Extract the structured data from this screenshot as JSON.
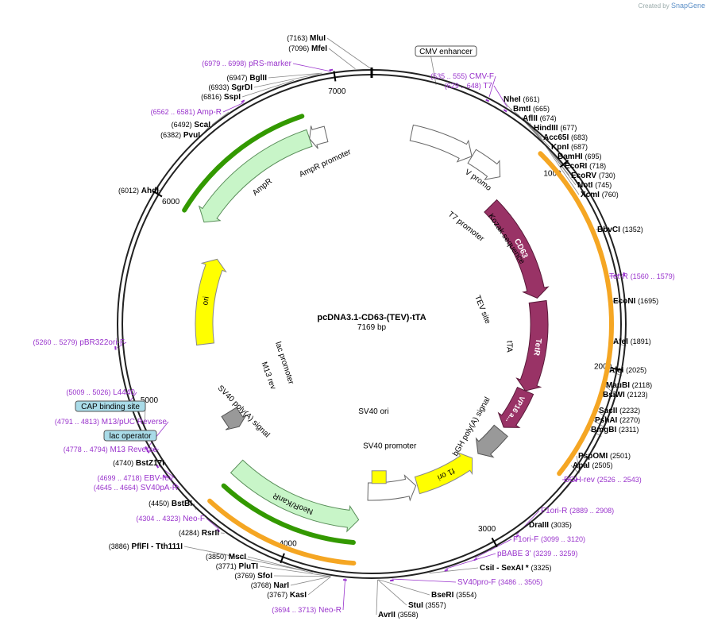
{
  "credit": {
    "prefix": "Created by",
    "brand": "SnapGene"
  },
  "plasmid": {
    "name": "pcDNA3.1-CD63-(TEV)-tTA",
    "size": 7169,
    "size_label": "7169 bp"
  },
  "ruler": [
    "1000",
    "2000",
    "3000",
    "4000",
    "5000",
    "6000",
    "7000"
  ],
  "colors": {
    "primer": "#9933cc",
    "ampr": "#c8f5c8",
    "neo": "#c8f5c8",
    "ori": "#ffff00",
    "cd63": "#993366",
    "tetr": "#993366",
    "promoter": "#ffffff",
    "polyA": "#999999",
    "orange_ring": "#f5a623",
    "green_ring": "#339900"
  },
  "features": [
    {
      "id": "cmv-enh",
      "label": "CMV enhancer",
      "start": 235,
      "end": 614,
      "kind": "promoter"
    },
    {
      "id": "cmv-prom",
      "label": "CMV promoter",
      "start": 615,
      "end": 818,
      "kind": "promoter"
    },
    {
      "id": "t7-prom",
      "label": "T7 promoter",
      "start": 863,
      "end": 881,
      "kind": "promoter"
    },
    {
      "id": "kozak",
      "label": "Kozak sequence",
      "start": 885,
      "end": 895,
      "kind": "small"
    },
    {
      "id": "cd63",
      "label": "CD63",
      "start": 900,
      "end": 1615,
      "kind": "cds"
    },
    {
      "id": "tev",
      "label": "TEV site",
      "start": 1615,
      "end": 1636,
      "kind": "small"
    },
    {
      "id": "tetr",
      "label": "TetR",
      "start": 1640,
      "end": 2260,
      "kind": "cds"
    },
    {
      "id": "vp16",
      "label": "VP16 a...",
      "start": 2260,
      "end": 2550,
      "kind": "cds"
    },
    {
      "id": "tta",
      "label": "tTA",
      "start": 1640,
      "end": 2550,
      "kind": "ring"
    },
    {
      "id": "bgh",
      "label": "bGH poly(A) signal",
      "start": 2580,
      "end": 2800,
      "kind": "polyA"
    },
    {
      "id": "f1ori",
      "label": "f1 ori",
      "start": 2850,
      "end": 3270,
      "kind": "ori"
    },
    {
      "id": "sv40prom",
      "label": "SV40 promoter",
      "start": 3280,
      "end": 3610,
      "kind": "promoter"
    },
    {
      "id": "sv40ori",
      "label": "SV40 ori",
      "start": 3460,
      "end": 3595,
      "kind": "ori"
    },
    {
      "id": "neor",
      "label": "NeoR/KanR",
      "start": 3660,
      "end": 4450,
      "kind": "marker"
    },
    {
      "id": "sv40pa",
      "label": "SV40 poly(A) signal",
      "start": 4625,
      "end": 4746,
      "kind": "polyA"
    },
    {
      "id": "m13rev",
      "label": "M13 rev",
      "start": 4790,
      "end": 4810,
      "kind": "small"
    },
    {
      "id": "lacop",
      "label": "lac operator",
      "start": 4820,
      "end": 4840,
      "kind": "small"
    },
    {
      "id": "lacprom",
      "label": "lac promoter",
      "start": 4850,
      "end": 4880,
      "kind": "small"
    },
    {
      "id": "cap",
      "label": "CAP binding site",
      "start": 4890,
      "end": 4920,
      "kind": "small"
    },
    {
      "id": "ori",
      "label": "ori",
      "start": 5240,
      "end": 5830,
      "kind": "ori"
    },
    {
      "id": "ampr",
      "label": "AmpR",
      "start": 6000,
      "end": 6800,
      "kind": "marker"
    },
    {
      "id": "amprprom",
      "label": "AmpR promoter",
      "start": 6800,
      "end": 6900,
      "kind": "promoter"
    }
  ],
  "sites_right": [
    {
      "name": "MluI",
      "pos": "(7163)"
    },
    {
      "name": "NheI",
      "pos": "(661)"
    },
    {
      "name": "BmtI",
      "pos": "(665)"
    },
    {
      "name": "AflII",
      "pos": "(674)"
    },
    {
      "name": "HindIII",
      "pos": "(677)"
    },
    {
      "name": "Acc65I",
      "pos": "(683)"
    },
    {
      "name": "KpnI",
      "pos": "(687)"
    },
    {
      "name": "BamHI",
      "pos": "(695)"
    },
    {
      "name": "EcoRI",
      "pos": "(718)"
    },
    {
      "name": "EcoRV",
      "pos": "(730)"
    },
    {
      "name": "NotI",
      "pos": "(745)"
    },
    {
      "name": "XcmI",
      "pos": "(760)"
    },
    {
      "name": "BbvCI",
      "pos": "(1352)"
    },
    {
      "name": "EcoNI",
      "pos": "(1695)"
    },
    {
      "name": "AfeI",
      "pos": "(1891)"
    },
    {
      "name": "AleI",
      "pos": "(2025)"
    },
    {
      "name": "MauBI",
      "pos": "(2118)"
    },
    {
      "name": "BsiWI",
      "pos": "(2123)"
    },
    {
      "name": "SacII",
      "pos": "(2232)"
    },
    {
      "name": "PshAI",
      "pos": "(2270)"
    },
    {
      "name": "BmgBI",
      "pos": "(2311)"
    },
    {
      "name": "PspOMI",
      "pos": "(2501)"
    },
    {
      "name": "ApaI",
      "pos": "(2505)"
    },
    {
      "name": "DraIII",
      "pos": "(3035)"
    },
    {
      "name": "CsiI - SexAI *",
      "pos": "(3325)"
    },
    {
      "name": "BseRI",
      "pos": "(3554)"
    },
    {
      "name": "StuI",
      "pos": "(3557)"
    },
    {
      "name": "AvrII",
      "pos": "(3558)"
    }
  ],
  "sites_left": [
    {
      "name": "MfeI",
      "pos": "(7096)"
    },
    {
      "name": "BglII",
      "pos": "(6947)"
    },
    {
      "name": "SgrDI",
      "pos": "(6933)"
    },
    {
      "name": "SspI",
      "pos": "(6816)"
    },
    {
      "name": "ScaI",
      "pos": "(6492)"
    },
    {
      "name": "PvuI",
      "pos": "(6382)"
    },
    {
      "name": "AhdI",
      "pos": "(6012)"
    },
    {
      "name": "BstZ17I",
      "pos": "(4740)"
    },
    {
      "name": "BstBI",
      "pos": "(4450)"
    },
    {
      "name": "RsrII",
      "pos": "(4284)"
    },
    {
      "name": "PflFI - Tth111I",
      "pos": "(3886)"
    },
    {
      "name": "MscI",
      "pos": "(3850)"
    },
    {
      "name": "PluTI",
      "pos": "(3771)"
    },
    {
      "name": "SfoI",
      "pos": "(3769)"
    },
    {
      "name": "NarI",
      "pos": "(3768)"
    },
    {
      "name": "KasI",
      "pos": "(3767)"
    }
  ],
  "primers_right": [
    {
      "name": "CMV-F",
      "range": "(535 .. 555)"
    },
    {
      "name": "T7",
      "range": "(629 .. 648)"
    },
    {
      "name": "Tet-R",
      "range": "(1560 .. 1579)"
    },
    {
      "name": "BGH-rev",
      "range": "(2526 .. 2543)"
    },
    {
      "name": "F1ori-R",
      "range": "(2889 .. 2908)"
    },
    {
      "name": "F1ori-F",
      "range": "(3099 .. 3120)"
    },
    {
      "name": "pBABE 3'",
      "range": "(3239 .. 3259)"
    },
    {
      "name": "SV40pro-F",
      "range": "(3486 .. 3505)"
    }
  ],
  "primers_left": [
    {
      "name": "pRS-marker",
      "range": "(6979 .. 6998)"
    },
    {
      "name": "Amp-R",
      "range": "(6562 .. 6581)"
    },
    {
      "name": "pBR322ori-F",
      "range": "(5260 .. 5279)"
    },
    {
      "name": "L4440",
      "range": "(5009 .. 5026)"
    },
    {
      "name": "M13/pUC Reverse",
      "range": "(4791 .. 4813)"
    },
    {
      "name": "M13 Reverse",
      "range": "(4778 .. 4794)"
    },
    {
      "name": "EBV-rev",
      "range": "(4699 .. 4718)"
    },
    {
      "name": "SV40pA-R",
      "range": "(4645 .. 4664)"
    },
    {
      "name": "Neo-F",
      "range": "(4304 .. 4323)"
    },
    {
      "name": "Neo-R",
      "range": "(3694 .. 3713)"
    }
  ],
  "boxed_labels": [
    "CMV enhancer",
    "CAP binding site",
    "lac operator"
  ]
}
